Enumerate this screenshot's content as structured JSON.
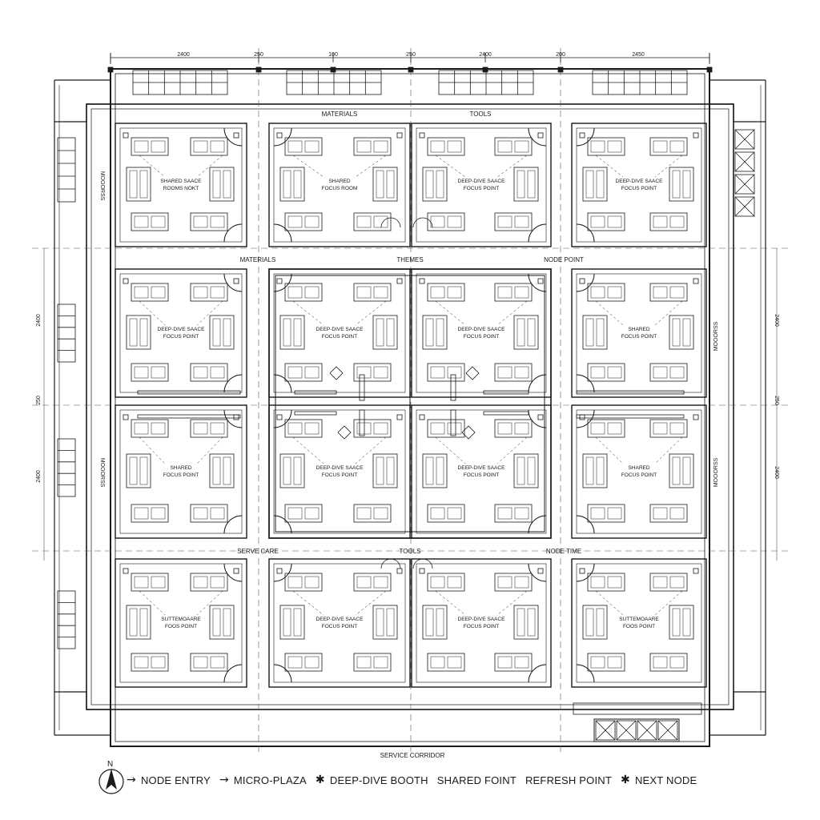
{
  "dimensions": {
    "top": [
      "2400",
      "250",
      "100",
      "250",
      "2400",
      "200",
      "2450"
    ],
    "left": [
      "2400",
      "250",
      "2400"
    ],
    "right": [
      "2400",
      "250",
      "2400"
    ]
  },
  "room_labels": {
    "r1c1": [
      "SHARED SAACE",
      "ROOMS NOKT"
    ],
    "r1c2": [
      "SHARED",
      "FOCUS ROOM"
    ],
    "r1c3": [
      "DEEP-DIVE SAACE",
      "FOCUS POINT"
    ],
    "r1c4": [
      "DEEP-DIVE SAACE",
      "FOCUS POINT"
    ],
    "r2a_c1": [
      "DEEP-DIVE SAACE",
      "FOCUS POINT"
    ],
    "r2a_c2": [
      "DEEP-DIVE SAACE",
      "FOCUS POINT"
    ],
    "r2a_c3": [
      "DEEP-DIVE SAACE",
      "FOCUS POINT"
    ],
    "r2a_c4": [
      "SHARED",
      "FOCUS POINT"
    ],
    "r2b_c1": [
      "SHARED",
      "FOCUS POINT"
    ],
    "r2b_c2": [
      "DEEP-DIVE SAACE",
      "FOCUS POINT"
    ],
    "r2b_c3": [
      "DEEP-DIVE SAACE",
      "FOCUS POINT"
    ],
    "r2b_c4": [
      "SHARED",
      "FOCUS POINT"
    ],
    "r3c1": [
      "SUTTEMOAARE",
      "FOOS POINT"
    ],
    "r3c2": [
      "DEEP-DIVE SAACE",
      "FOCUS POINT"
    ],
    "r3c3": [
      "DEEP-DIVE SAACE",
      "FOCUS POINT"
    ],
    "r3c4": [
      "SUTTEMOAARE",
      "FOOS POINT"
    ]
  },
  "zone_labels": {
    "top_materials": "MATERIALS",
    "top_tools": "TOOLS",
    "mid_materials": "MATERIALS",
    "mid_tools": "THEMES",
    "mid_right": "NODE POINT",
    "low_left": "SERVE CARE",
    "low_tools": "TOOLS",
    "low_right": "NODE TIME",
    "side_left_top": "MOOORSS",
    "side_left_bottom": "MOOORSS",
    "side_right_top": "MOOORSS",
    "side_right_bottom": "MOOORSS",
    "service": "SERVICE CORRIDOR"
  },
  "legend": {
    "north": "N",
    "items": [
      {
        "symbol": "→",
        "label": "NODE ENTRY"
      },
      {
        "symbol": "→",
        "label": "MICRO-PLAZA"
      },
      {
        "symbol": "✱",
        "label": "DEEP-DIVE BOOTH"
      },
      {
        "symbol": "",
        "label": "SHARED FOINT"
      },
      {
        "symbol": "",
        "label": "REFRESH POINT"
      },
      {
        "symbol": "✱",
        "label": "NEXT NODE"
      }
    ]
  },
  "colors": {
    "ink": "#1a1a1a",
    "paper": "#ffffff",
    "hatch": "#666666"
  }
}
